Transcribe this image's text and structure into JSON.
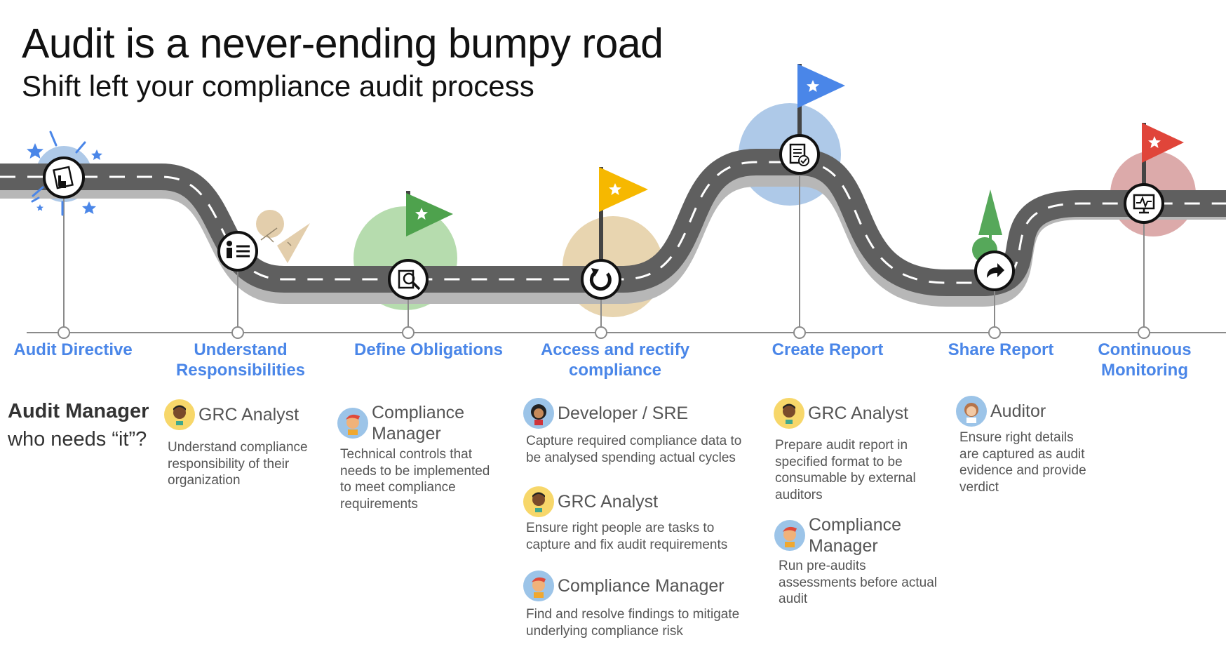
{
  "title": "Audit is a never-ending bumpy road",
  "subtitle": "Shift left your compliance audit process",
  "side_heading": {
    "line1": "Audit Manager",
    "line2": "who needs “it”?"
  },
  "colors": {
    "road": "#5f5f5f",
    "road_shadow": "#b7b7b7",
    "label": "#4a86e8",
    "flag_green": "#4ea24d",
    "flag_yellow": "#f6b800",
    "flag_blue": "#4a86e8",
    "flag_red": "#e0453a",
    "bubble_blue": "#aec9e8",
    "bubble_green": "#b6dcae",
    "bubble_tan": "#e8d5b0",
    "bubble_pink": "#dcaaaa"
  },
  "steps": [
    {
      "label_lines": [
        "Audit Directive"
      ],
      "icon": "hand-pointer-document-icon"
    },
    {
      "label_lines": [
        "Understand",
        "Responsibilities"
      ],
      "icon": "person-list-icon"
    },
    {
      "label_lines": [
        "Define Obligations"
      ],
      "icon": "document-search-icon"
    },
    {
      "label_lines": [
        "Access and rectify",
        "compliance"
      ],
      "icon": "refresh-cycle-icon"
    },
    {
      "label_lines": [
        "Create Report"
      ],
      "icon": "report-checkmark-icon"
    },
    {
      "label_lines": [
        "Share Report"
      ],
      "icon": "share-arrow-icon"
    },
    {
      "label_lines": [
        "Continuous",
        "Monitoring"
      ],
      "icon": "monitor-pulse-icon"
    }
  ],
  "columns": [
    {
      "entries": [
        {
          "role_lines": [
            "GRC Analyst"
          ],
          "avatar": "grc-analyst-avatar",
          "desc_lines": [
            "Understand compliance",
            "responsibility of their",
            "organization"
          ]
        }
      ]
    },
    {
      "entries": [
        {
          "role_lines": [
            "Compliance",
            "Manager"
          ],
          "avatar": "compliance-manager-avatar",
          "desc_lines": [
            "Technical controls that",
            "needs to be implemented",
            "to meet compliance",
            "requirements"
          ]
        }
      ]
    },
    {
      "entries": [
        {
          "role_lines": [
            "Developer / SRE"
          ],
          "avatar": "developer-avatar",
          "desc_lines": [
            "Capture required compliance data to",
            "be analysed spending actual cycles"
          ]
        },
        {
          "role_lines": [
            "GRC Analyst"
          ],
          "avatar": "grc-analyst-avatar",
          "desc_lines": [
            "Ensure right people are tasks to",
            "capture and fix audit requirements"
          ]
        },
        {
          "role_lines": [
            "Compliance Manager"
          ],
          "avatar": "compliance-manager-avatar",
          "desc_lines": [
            "Find and resolve findings to mitigate",
            "underlying compliance risk"
          ]
        }
      ]
    },
    {
      "entries": [
        {
          "role_lines": [
            "GRC Analyst"
          ],
          "avatar": "grc-analyst-avatar",
          "desc_lines": [
            "Prepare audit report in",
            "specified format to be",
            "consumable by external",
            "auditors"
          ]
        },
        {
          "role_lines": [
            "Compliance",
            "Manager"
          ],
          "avatar": "compliance-manager-avatar",
          "desc_lines": [
            "Run pre-audits",
            "assessments before actual",
            "audit"
          ]
        }
      ]
    },
    {
      "entries": [
        {
          "role_lines": [
            "Auditor"
          ],
          "avatar": "auditor-avatar",
          "desc_lines": [
            "Ensure right details",
            "are captured as audit",
            "evidence and provide",
            "verdict"
          ]
        }
      ]
    }
  ]
}
